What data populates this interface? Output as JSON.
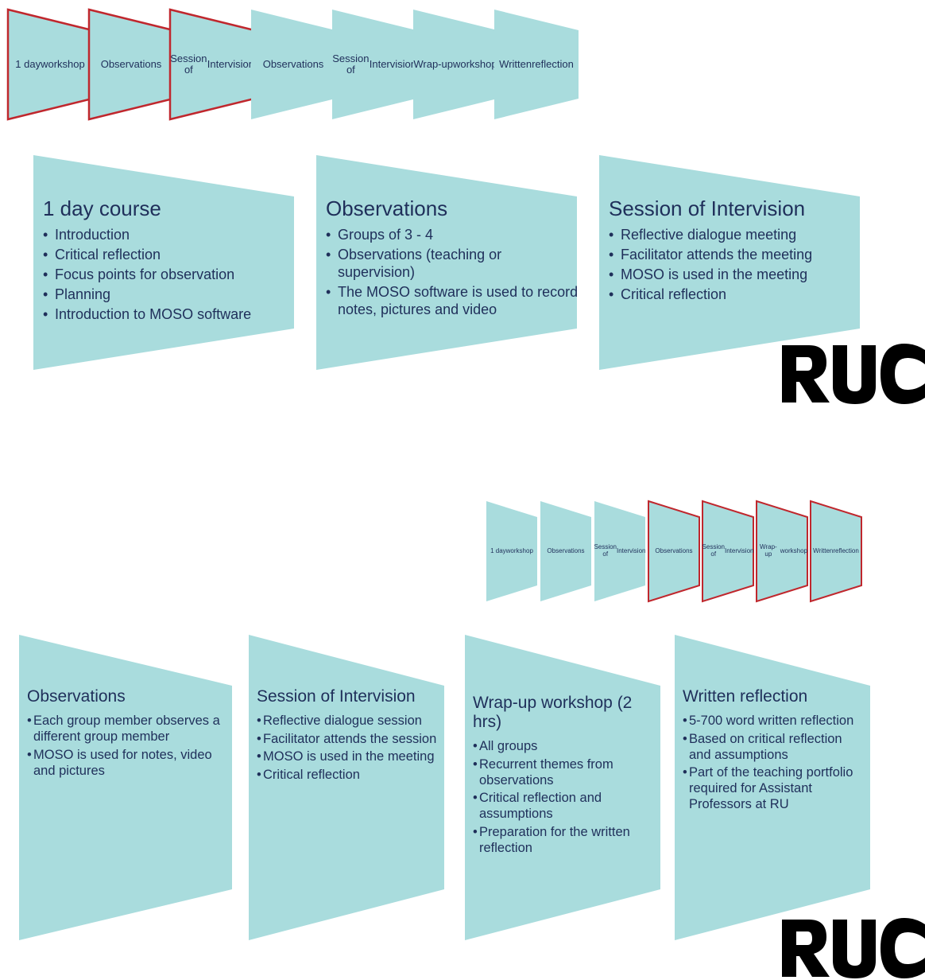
{
  "colors": {
    "fill": "#a9dcdd",
    "highlight": "#c0272d",
    "text": "#1f2f5a"
  },
  "slide1": {
    "steps": [
      {
        "label": "1 day\nworkshop",
        "highlighted": true
      },
      {
        "label": "Observations",
        "highlighted": true
      },
      {
        "label": "Session of\nIntervision",
        "highlighted": true
      },
      {
        "label": "Observations",
        "highlighted": false
      },
      {
        "label": "Session of\nIntervision",
        "highlighted": false
      },
      {
        "label": "Wrap-up\nworkshop",
        "highlighted": false
      },
      {
        "label": "Written\nreflection",
        "highlighted": false
      }
    ],
    "cards": [
      {
        "title": "1 day course",
        "bullets": [
          "Introduction",
          "Critical reflection",
          "Focus points for observation",
          "Planning",
          "Introduction to MOSO software"
        ]
      },
      {
        "title": "Observations",
        "bullets": [
          "Groups of 3 - 4",
          "Observations (teaching or supervision)",
          "The MOSO software is used to record notes, pictures and video"
        ]
      },
      {
        "title": "Session of Intervision",
        "bullets": [
          "Reflective dialogue meeting",
          "Facilitator attends the meeting",
          "MOSO is used in the meeting",
          "Critical reflection"
        ]
      }
    ],
    "logo": "RUC"
  },
  "slide2": {
    "steps": [
      {
        "label": "1 day\nworkshop",
        "highlighted": false
      },
      {
        "label": "Observations",
        "highlighted": false
      },
      {
        "label": "Session of\nIntervision",
        "highlighted": false
      },
      {
        "label": "Observations",
        "highlighted": true
      },
      {
        "label": "Session of\nIntervision",
        "highlighted": true
      },
      {
        "label": "Wrap-up\nworkshop",
        "highlighted": true
      },
      {
        "label": "Written\nreflection",
        "highlighted": true
      }
    ],
    "cards": [
      {
        "title": "Observations",
        "bullets": [
          "Each group member observes a different group member",
          "MOSO is used for notes, video and pictures"
        ]
      },
      {
        "title": "Session of Intervision",
        "bullets": [
          "Reflective dialogue session",
          "Facilitator attends the session",
          "MOSO is used in the meeting",
          "Critical reflection"
        ]
      },
      {
        "title": "Wrap-up workshop (2 hrs)",
        "bullets": [
          "All groups",
          "Recurrent themes from observations",
          "Critical reflection and assumptions",
          "Preparation for the written reflection"
        ]
      },
      {
        "title": "Written reflection",
        "bullets": [
          "5-700 word written reflection",
          "Based on critical reflection and assumptions",
          "Part of the teaching portfolio required for Assistant Professors at RU"
        ]
      }
    ],
    "logo": "RUC"
  }
}
